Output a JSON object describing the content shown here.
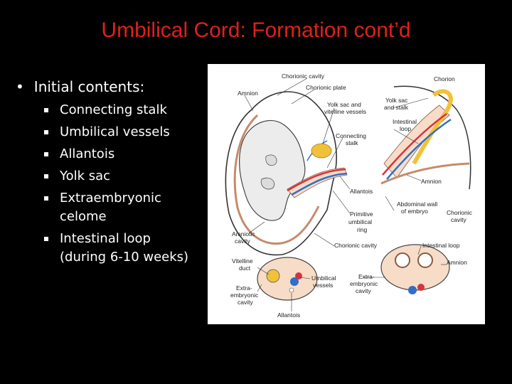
{
  "slide": {
    "title": "Umbilical Cord: Formation cont’d",
    "heading": "Initial contents:",
    "items": [
      [
        "Connecting stalk"
      ],
      [
        "Umbilical vessels"
      ],
      [
        "Allantois"
      ],
      [
        "Yolk sac"
      ],
      [
        "Extraembryonic",
        "celome"
      ],
      [
        "Intestinal loop",
        "(during 6-10 weeks)"
      ]
    ]
  },
  "diagram": {
    "labels": {
      "chorionic_cavity_top": "Chorionic cavity",
      "chorionic_plate": "Chorionic plate",
      "amnion_left": "Amnion",
      "yolk_sac_vitelline_1": "Yolk sac and",
      "yolk_sac_vitelline_2": "vitelline vessels",
      "connecting_stalk_1": "Connecting",
      "connecting_stalk_2": "stalk",
      "chorion": "Chorion",
      "yolk_sac_stalk_1": "Yolk sac",
      "yolk_sac_stalk_2": "and stalk",
      "intestinal_loop_right_1": "Intestinal",
      "intestinal_loop_right_2": "loop",
      "amnion_right": "Amnion",
      "allantois_mid": "Allantois",
      "abdominal_wall_1": "Abdominal wall",
      "abdominal_wall_2": "of embryo",
      "chorionic_cavity_right_1": "Chorionic",
      "chorionic_cavity_right_2": "cavity",
      "primitive_ring_1": "Primitive",
      "primitive_ring_2": "umbilical",
      "primitive_ring_3": "ring",
      "amniotic_cavity_1": "Amniotic",
      "amniotic_cavity_2": "cavity",
      "chorionic_cavity_bottom": "Chorionic cavity",
      "intestinal_loop_bottom": "Intestinal loop",
      "amnion_bottom": "Amnion",
      "vitelline_duct_1": "Vitelline",
      "vitelline_duct_2": "duct",
      "umbilical_vessels_1": "Umbilical",
      "umbilical_vessels_2": "vessels",
      "extra_cavity_right_1": "Extra-",
      "extra_cavity_right_2": "embryonic",
      "extra_cavity_right_3": "cavity",
      "extra_cavity_left_1": "Extra-",
      "extra_cavity_left_2": "embryonic",
      "extra_cavity_left_3": "cavity",
      "allantois_bottom": "Allantois"
    },
    "colors": {
      "artery": "#d8323c",
      "vein": "#2f6fc4",
      "yolk": "#f2c13a",
      "tissue": "#f7dcc8",
      "embryo": "#ececec"
    }
  }
}
